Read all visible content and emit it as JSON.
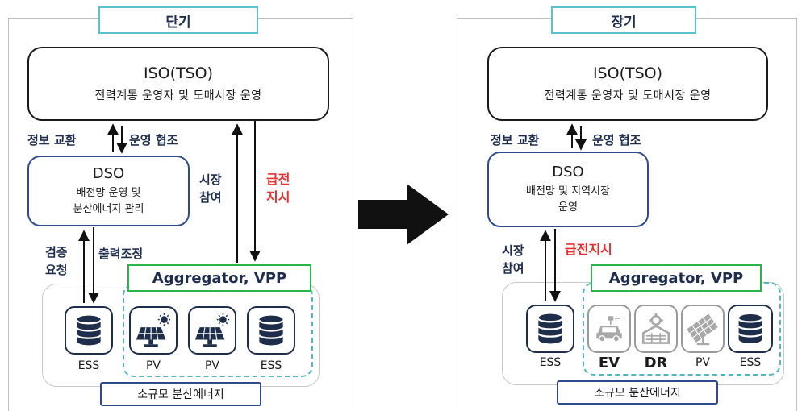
{
  "left": {
    "title": "단기",
    "iso_title": "ISO(TSO)",
    "iso_sub": "전력계통 운영자 및 도매시장 운영",
    "info_exchange": "정보 교환",
    "op_coop": "운영 협조",
    "dso_title": "DSO",
    "dso_sub1": "배전망 운영 및",
    "dso_sub2": "분산에너지 관리",
    "market1": "시장",
    "market2": "참여",
    "dispatch1": "급전",
    "dispatch2": "지시",
    "verify1": "검증",
    "verify2": "요청",
    "output_adj": "출력조정",
    "aggregator": "Aggregator,  VPP",
    "devices": [
      {
        "icon": "database-icon",
        "label": "ESS"
      },
      {
        "icon": "solar-panel-icon",
        "label": "PV"
      },
      {
        "icon": "solar-panel-icon",
        "label": "PV"
      },
      {
        "icon": "database-icon",
        "label": "ESS"
      }
    ],
    "bottom": "소규모 분산에너지"
  },
  "right": {
    "title": "장기",
    "iso_title": "ISO(TSO)",
    "iso_sub": "전력계통 운영자 및 도매시장 운영",
    "info_exchange": "정보 교환",
    "op_coop": "운영 협조",
    "dso_title": "DSO",
    "dso_sub1": "배전망 및 지역시장",
    "dso_sub2": "운영",
    "market1": "시장",
    "market2": "참여",
    "dispatch": "급전지시",
    "aggregator": "Aggregator,  VPP",
    "devices": [
      {
        "icon": "database-icon",
        "label": "ESS"
      },
      {
        "icon": "electric-car-icon",
        "label": "EV"
      },
      {
        "icon": "demand-response-icon",
        "label": "DR"
      },
      {
        "icon": "solar-panel-icon",
        "label": "PV"
      },
      {
        "icon": "database-icon",
        "label": "ESS"
      }
    ],
    "bottom": "소규모 분산에너지"
  },
  "colors": {
    "navy": "#1f2d4d",
    "red": "#e53030",
    "green": "#2db34a",
    "teal": "#58c3cf",
    "dso_border": "#2f4b8d"
  },
  "arrow_icon": "right-arrow-icon"
}
